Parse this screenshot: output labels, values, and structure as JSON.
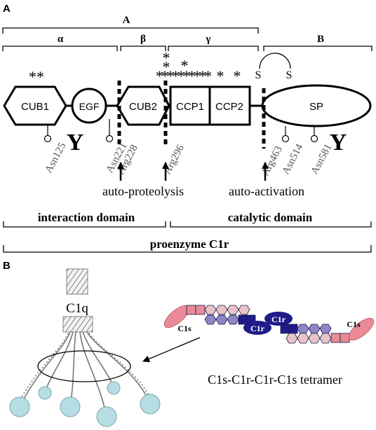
{
  "panel_a": {
    "label": "A",
    "top_bracket_label": "A",
    "chain_b_label": "B",
    "alpha": "α",
    "beta": "β",
    "gamma": "γ",
    "asterisks_cub1": "**",
    "asterisks_star1": "*",
    "asterisks_star2": "*",
    "asterisks_long": "**********",
    "asterisks_single1": "*",
    "asterisks_single2": "*",
    "disulfide_s1": "S",
    "disulfide_s2": "S",
    "domains": {
      "cub1": "CUB1",
      "egf": "EGF",
      "cub2": "CUB2",
      "ccp1": "CCP1",
      "ccp2": "CCP2",
      "sp": "SP"
    },
    "glycan_symbol_1": "Y",
    "glycan_symbol_2": "Y",
    "sites": {
      "asn125": "Asn125",
      "asn221": "Asn221",
      "arg228": "Arg228",
      "arg296": "Arg296",
      "arg463": "Arg463",
      "asn514": "Asn514",
      "asn581": "Asn581"
    },
    "auto_proteolysis": "auto-proteolysis",
    "auto_activation": "auto-activation",
    "interaction_domain": "interaction domain",
    "catalytic_domain": "catalytic domain",
    "proenzyme": "proenzyme C1r"
  },
  "panel_b": {
    "label": "B",
    "c1q_label": "C1q",
    "tetramer_label": "C1s-C1r-C1r-C1s tetramer",
    "c1s_left": "C1s",
    "c1r_left": "C1r",
    "c1r_right": "C1r",
    "c1s_right": "C1s"
  },
  "colors": {
    "c1s_pink": "#e98a96",
    "c1r_navy": "#1f1b8a",
    "lavender": "#8e86c7",
    "light_pink": "#e9c4c7",
    "globular_head": "#b6dde3"
  }
}
